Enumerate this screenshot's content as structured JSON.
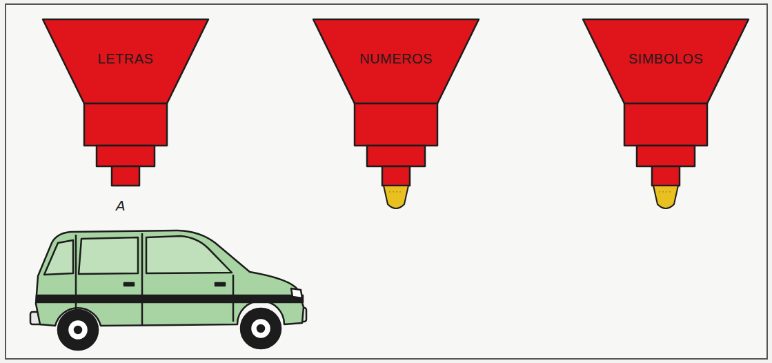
{
  "diagram": {
    "nodes": [
      {
        "text": [
          "LETRAS"
        ]
      },
      {
        "text": [
          "NUMEROS"
        ]
      },
      {
        "text": [
          "SIMBOLOS"
        ]
      }
    ],
    "labels": [
      "A"
    ]
  }
}
